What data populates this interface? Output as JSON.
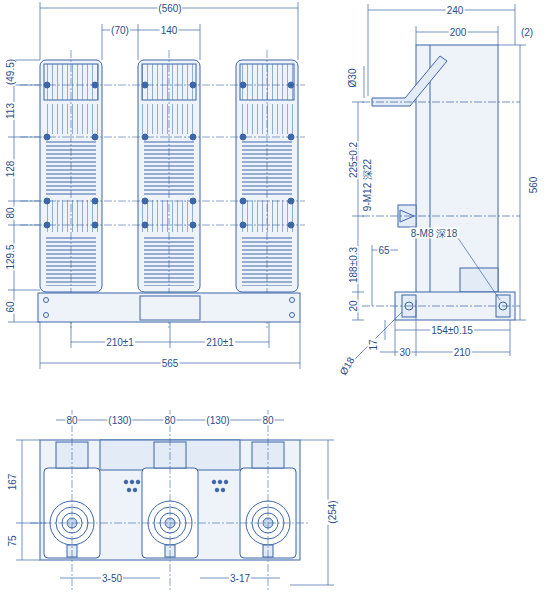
{
  "diagram": {
    "labels": [
      "(560)",
      "(70)",
      "140",
      "(49.5)",
      "113",
      "128",
      "80",
      "129.5",
      "60",
      "210±1",
      "210±1",
      "565",
      "240",
      "200",
      "(2)",
      "Ø30",
      "560",
      "225±0.2",
      "9-M12 深22",
      "8-M8 深18",
      "65",
      "188±0.3",
      "20",
      "17",
      "Ø18",
      "30",
      "154±0.15",
      "210",
      "80",
      "(130)",
      "80",
      "(130)",
      "80",
      "167",
      "75",
      "(254)",
      "3-50",
      "3-17"
    ]
  }
}
